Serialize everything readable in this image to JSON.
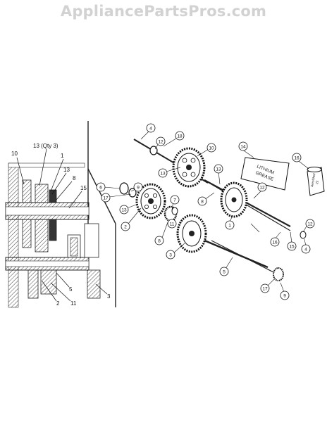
{
  "watermark": "AppliancePartsPros.com",
  "section_view": {
    "labels": [
      {
        "id": "10",
        "text": "10"
      },
      {
        "id": "13q",
        "text": "13 (Qty 3)"
      },
      {
        "id": "1",
        "text": "1"
      },
      {
        "id": "13",
        "text": "13"
      },
      {
        "id": "8",
        "text": "8"
      },
      {
        "id": "15",
        "text": "15"
      },
      {
        "id": "5",
        "text": "5"
      },
      {
        "id": "2",
        "text": "2"
      },
      {
        "id": "11",
        "text": "11"
      },
      {
        "id": "3",
        "text": "3"
      }
    ]
  },
  "exploded_view": {
    "callouts": [
      "4",
      "12",
      "18",
      "10",
      "14",
      "16",
      "13",
      "6",
      "17",
      "9",
      "7",
      "8",
      "13",
      "11",
      "2",
      "13",
      "8",
      "12",
      "3",
      "5",
      "1",
      "16",
      "15",
      "4",
      "17",
      "9",
      "12"
    ],
    "grease_package": {
      "line1": "LITHIUM",
      "line2": "GREASE"
    },
    "grease_tube": {
      "line1": "AeroShell",
      "line2": "22"
    }
  }
}
